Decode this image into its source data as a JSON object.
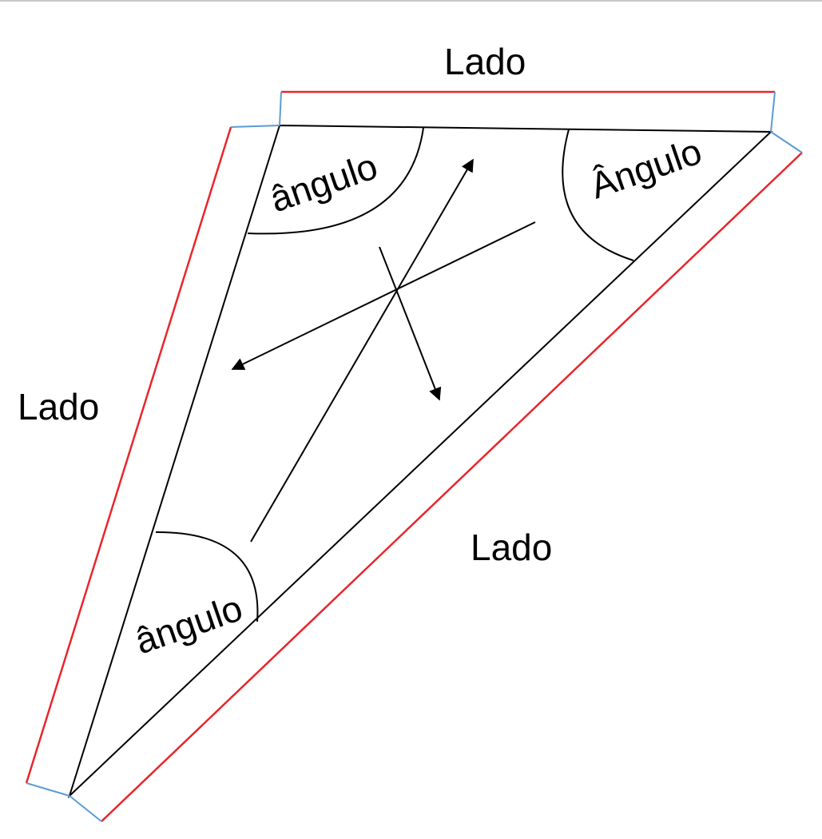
{
  "diagram": {
    "labels": {
      "side_top": "Lado",
      "side_left": "Lado",
      "side_right": "Lado",
      "angle_top_left": "ângulo",
      "angle_top_right": "Ângulo",
      "angle_bottom": "ângulo"
    },
    "colors": {
      "outline": "#000000",
      "side_marker": "#e8262b",
      "extension_line": "#5b9bd5",
      "background": "#ffffff"
    }
  }
}
